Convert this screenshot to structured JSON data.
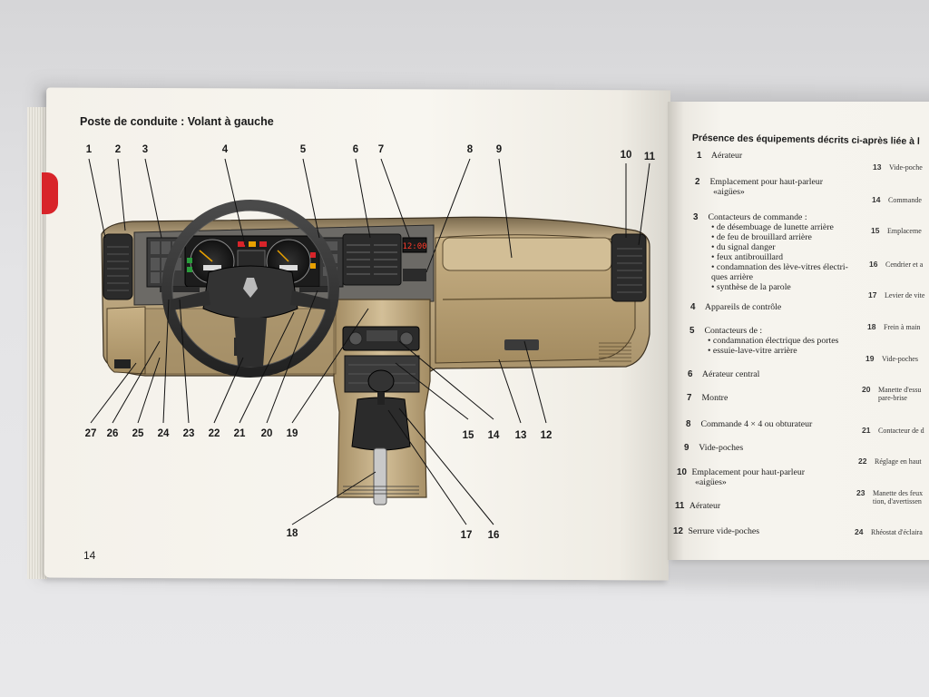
{
  "page": {
    "title": "Poste de conduite : Volant à gauche",
    "number": "14"
  },
  "callouts_top": [
    "1",
    "2",
    "3",
    "4",
    "5",
    "6",
    "7",
    "8",
    "9",
    "10",
    "11"
  ],
  "callouts_bottom": [
    "27",
    "26",
    "25",
    "24",
    "23",
    "22",
    "21",
    "20",
    "19",
    "15",
    "14",
    "13",
    "12"
  ],
  "callouts_lower": [
    "18",
    "17",
    "16"
  ],
  "clock_display": "12:00",
  "legend": {
    "header": "Présence des équipements décrits ci-après liée à l",
    "items": [
      {
        "num": "1",
        "text": "Aérateur",
        "lines": []
      },
      {
        "num": "2",
        "text": "Emplacement pour haut-parleur",
        "lines": [
          "«aigües»"
        ]
      },
      {
        "num": "3",
        "text": "Contacteurs de commande :",
        "bullets": [
          "de désembuage de lunette arrière",
          "de feu de brouillard arrière",
          "du signal danger",
          "feux antibrouillard",
          "condamnation des lève-vitres électri-",
          "ques arrière",
          "synthèse de la parole"
        ]
      },
      {
        "num": "4",
        "text": "Appareils de contrôle",
        "lines": []
      },
      {
        "num": "5",
        "text": "Contacteurs de :",
        "bullets": [
          "condamnation électrique des portes",
          "essuie-lave-vitre arrière"
        ]
      },
      {
        "num": "6",
        "text": "Aérateur central",
        "lines": []
      },
      {
        "num": "7",
        "text": "Montre",
        "lines": []
      },
      {
        "num": "8",
        "text": "Commande 4 × 4 ou obturateur",
        "lines": []
      },
      {
        "num": "9",
        "text": "Vide-poches",
        "lines": []
      },
      {
        "num": "10",
        "text": "Emplacement pour haut-parleur",
        "lines": [
          "«aigües»"
        ]
      },
      {
        "num": "11",
        "text": "Aérateur",
        "lines": []
      },
      {
        "num": "12",
        "text": "Serrure vide-poches",
        "lines": []
      }
    ],
    "items_right": [
      {
        "num": "13",
        "text": "Vide-poche"
      },
      {
        "num": "14",
        "text": "Commande"
      },
      {
        "num": "15",
        "text": "Emplaceme"
      },
      {
        "num": "16",
        "text": "Cendrier et a"
      },
      {
        "num": "17",
        "text": "Levier de vite"
      },
      {
        "num": "18",
        "text": "Frein à main"
      },
      {
        "num": "19",
        "text": "Vide-poches"
      },
      {
        "num": "20",
        "text": "Manette d'essu",
        "text2": "pare-brise"
      },
      {
        "num": "21",
        "text": "Contacteur de d"
      },
      {
        "num": "22",
        "text": "Réglage en haut"
      },
      {
        "num": "23",
        "text": "Manette des feux",
        "text2": "tion, d'avertissen"
      },
      {
        "num": "24",
        "text": "Rhéostat d'éclaira"
      }
    ]
  }
}
